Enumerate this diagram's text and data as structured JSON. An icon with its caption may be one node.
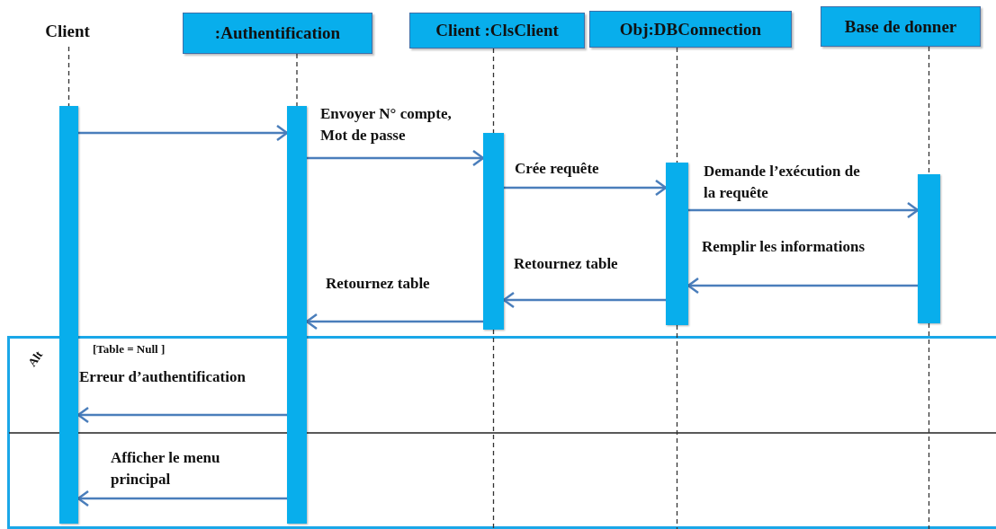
{
  "diagram": {
    "nodes": [
      {
        "text": [
          "Client"
        ]
      },
      {
        "text": [
          ":Authentification"
        ]
      },
      {
        "text": [
          "Client :ClsClient"
        ]
      },
      {
        "text": [
          "Obj:DBConnection"
        ]
      },
      {
        "text": [
          "Base de donner"
        ]
      },
      {
        "text": [],
        "shape": "bar"
      },
      {
        "text": [],
        "shape": "bar"
      },
      {
        "text": [],
        "shape": "bar"
      },
      {
        "text": [],
        "shape": "bar"
      },
      {
        "text": [],
        "shape": "bar"
      }
    ],
    "edges": [
      {
        "from": 0,
        "to": 5,
        "arrow": "none",
        "style": "dashed",
        "color": "#333333"
      },
      {
        "from": 1,
        "to": 6,
        "arrow": "none",
        "style": "dashed",
        "color": "#333333"
      },
      {
        "from": 2,
        "to": 7,
        "arrow": "none",
        "style": "dashed",
        "color": "#333333"
      },
      {
        "from": 3,
        "to": 8,
        "arrow": "none",
        "style": "dashed",
        "color": "#333333"
      },
      {
        "from": 4,
        "to": 9,
        "arrow": "none",
        "style": "dashed",
        "color": "#333333"
      },
      {
        "from": 5,
        "to": 6,
        "arrow": "to"
      },
      {
        "from": 6,
        "to": 7,
        "arrow": "to",
        "label": "Envoyer N° compte, Mot de passe"
      },
      {
        "from": 7,
        "to": 8,
        "arrow": "to",
        "label": "Crée requête"
      },
      {
        "from": 8,
        "to": 9,
        "arrow": "to",
        "label": "Demande l’exécution de la requête"
      },
      {
        "from": 9,
        "to": 8,
        "arrow": "to",
        "label": "Remplir les informations"
      },
      {
        "from": 8,
        "to": 7,
        "arrow": "to",
        "label": "Retournez table"
      },
      {
        "from": 7,
        "to": 6,
        "arrow": "to",
        "label": "Retournez table"
      },
      {
        "from": 6,
        "to": 5,
        "arrow": "to",
        "label": "Erreur d’authentification"
      },
      {
        "from": 6,
        "to": 5,
        "arrow": "to",
        "label": "Afficher le menu principal"
      },
      {
        "from": 7,
        "to": null,
        "arrow": "none",
        "style": "dashed",
        "color": "#333333"
      },
      {
        "from": 8,
        "to": null,
        "arrow": "none",
        "style": "dashed",
        "color": "#333333"
      },
      {
        "from": 9,
        "to": null,
        "arrow": "none",
        "style": "dashed",
        "color": "#333333"
      }
    ],
    "labels": [
      "Alt",
      "[Table = Null ]"
    ]
  }
}
